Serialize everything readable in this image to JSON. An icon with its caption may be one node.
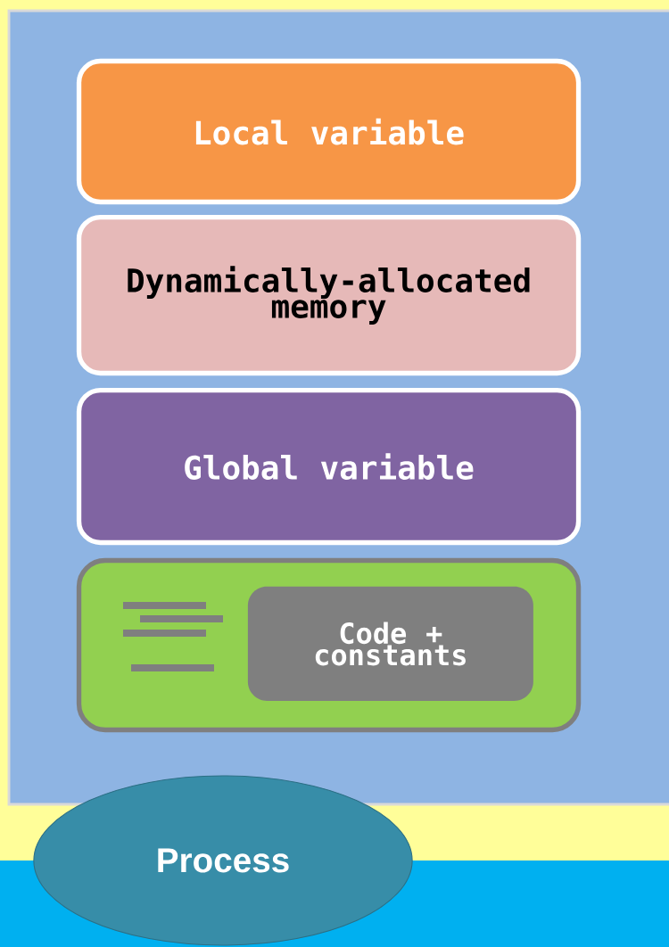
{
  "diagram": {
    "nodes": [
      {
        "text": [],
        "shape": "box"
      },
      {
        "text": [
          "Local variable"
        ],
        "in": 0
      },
      {
        "text": [
          "Dynamically-allocated memory"
        ],
        "in": 0
      },
      {
        "text": [
          "Global variable"
        ],
        "in": 0
      },
      {
        "text": [],
        "shape": "box",
        "in": 0
      },
      {
        "text": [
          "Code + constants"
        ],
        "in": 4
      },
      {
        "text": [
          "Process"
        ]
      }
    ]
  }
}
